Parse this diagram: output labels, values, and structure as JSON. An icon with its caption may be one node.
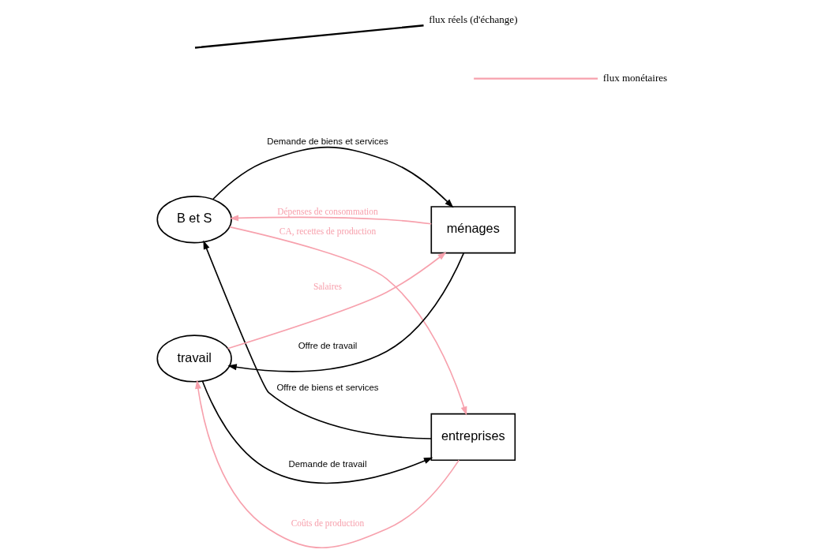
{
  "diagram": {
    "nodes": [
      {
        "text": [
          "B et S"
        ]
      },
      {
        "text": [
          "ménages"
        ]
      },
      {
        "text": [
          "entreprises"
        ]
      },
      {
        "text": [
          "travail"
        ]
      }
    ],
    "edges": [
      {
        "from": 0,
        "to": 1,
        "arrow": "to",
        "label": "Demande de biens et services"
      },
      {
        "from": 2,
        "to": 0,
        "arrow": "to",
        "label": "Offre de biens et services"
      },
      {
        "from": 1,
        "to": 0,
        "arrow": "to",
        "label": "Dépenses de consommation",
        "color": "#f7a1ad"
      },
      {
        "from": 0,
        "to": 2,
        "arrow": "to",
        "label": "CA, recettes de production",
        "color": "#f7a1ad"
      },
      {
        "from": 3,
        "to": 1,
        "arrow": "to",
        "label": "Salaires",
        "color": "#f7a1ad"
      },
      {
        "from": 2,
        "to": 3,
        "arrow": "to",
        "label": "Coûts de production",
        "color": "#f7a1ad"
      },
      {
        "from": 1,
        "to": 3,
        "arrow": "to",
        "label": "Offre de travail"
      },
      {
        "from": 3,
        "to": 2,
        "arrow": "to",
        "label": "Demande de travail"
      }
    ],
    "legend": [
      {
        "text": "flux réels (d'échange)"
      },
      {
        "text": "flux monétaires"
      }
    ]
  }
}
